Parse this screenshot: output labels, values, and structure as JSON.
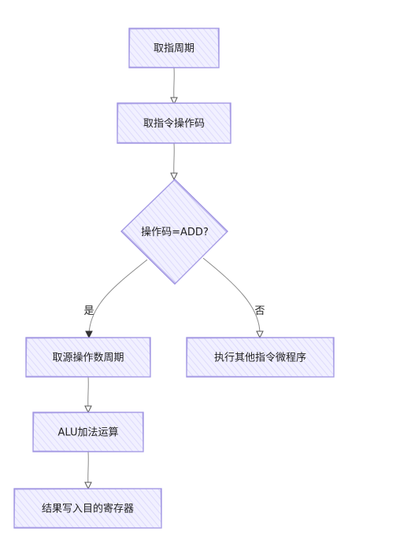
{
  "colors": {
    "node_fill": "#ececff",
    "node_stroke": "#9b8fe0",
    "edge_stroke": "#8a8a8a",
    "text": "#222222"
  },
  "nodes": {
    "fetch_cycle": "取指周期",
    "fetch_opcode": "取指令操作码",
    "decision": "操作码=ADD?",
    "fetch_source": "取源操作数周期",
    "other_micro": "执行其他指令微程序",
    "alu_add": "ALU加法运算",
    "write_back": "结果写入目的寄存器"
  },
  "edges": {
    "yes_label": "是",
    "no_label": "否"
  }
}
